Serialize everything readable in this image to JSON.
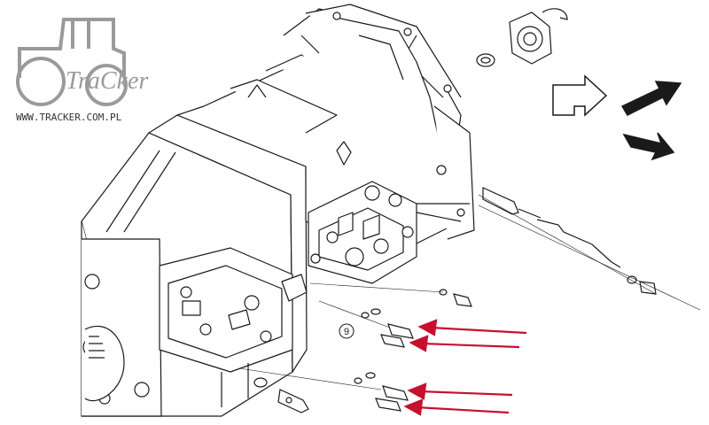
{
  "watermark": {
    "brand": "TraCker",
    "url": "WWW.TRACKER.COM.PL"
  },
  "callouts": [
    {
      "label": "9"
    }
  ],
  "colors": {
    "line": "#1a1a1a",
    "arrow": "#c8102e",
    "logo": "#9a9a9a"
  },
  "icons": [
    "tractor-logo-icon",
    "direction-arrow-outline-icon",
    "direction-arrow-solid-icon"
  ]
}
